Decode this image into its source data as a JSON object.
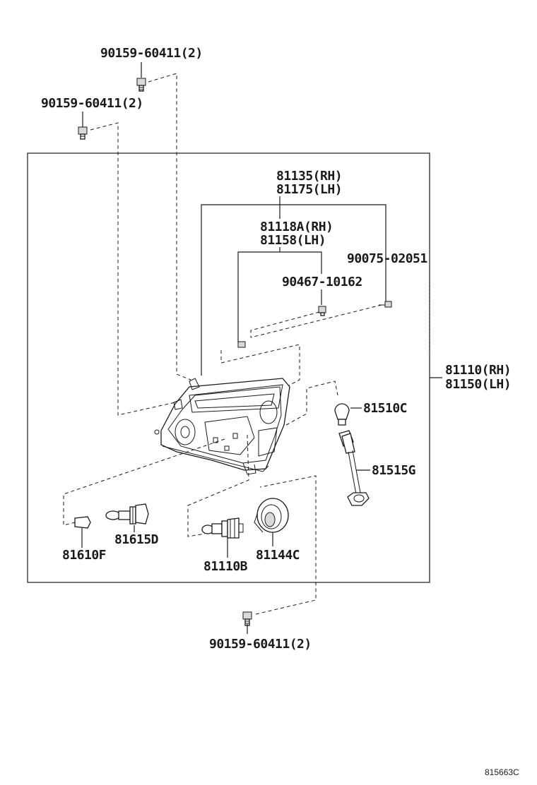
{
  "diagram": {
    "labels": {
      "bolt_top": "90159-60411(2)",
      "bolt_left": "90159-60411(2)",
      "bolt_bottom": "90159-60411(2)",
      "bezel_rh": "81135(RH)",
      "bezel_lh": "81175(LH)",
      "ext_rh": "81118A(RH)",
      "ext_lh": "81158(LH)",
      "screw_right": "90075-02051",
      "clip": "90467-10162",
      "assy_rh": "81110(RH)",
      "assy_lh": "81150(LH)",
      "bulb_small": "81510C",
      "socket_cord": "81515G",
      "bulb_mid": "81615D",
      "lens_small": "81610F",
      "bulb_main": "81110B",
      "cover": "81144C",
      "ref_code": "815663C"
    }
  }
}
